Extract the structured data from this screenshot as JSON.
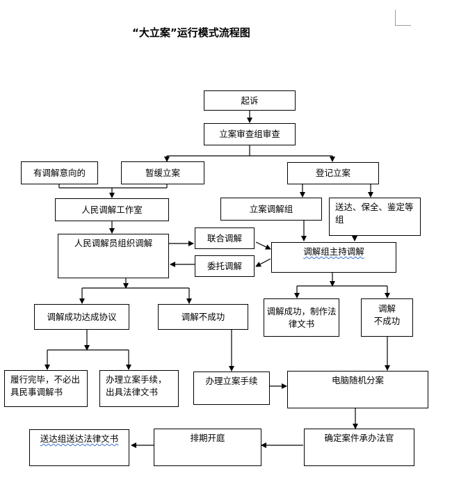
{
  "title": "“大立案”运行模式流程图",
  "nodes": {
    "qisu": "起诉",
    "shencha": "立案审查组审查",
    "youtiaojie": "有调解意向的",
    "zanhuan": "暂缓立案",
    "dengji": "登记立案",
    "gongzuoshi": "人民调解工作室",
    "lian_tiaojiezu": "立案调解组",
    "songda_baoquan": "送达、保全、鉴定等组",
    "renmin_zuzhi": "人民调解员组织调解",
    "lianhe": "联合调解",
    "weituo": "委托调解",
    "zhuchi": "调解组主持调解",
    "chenggong_xieyi": "调解成功达成协议",
    "bu_chenggong": "调解不成功",
    "chenggong_wenshu": "调解成功，制作法律文书",
    "tiaojie_top": "调解",
    "bu_chenggong2": "不成功",
    "lvxing": "履行完毕，不必出具民事调解书",
    "banli_chuju": "办理立案手续，出具法律文书",
    "banli": "办理立案手续",
    "diannao": "电脑随机分案",
    "songdazu": "送达组送达法律文书",
    "paiqi": "排期开庭",
    "queding": "确定案件承办法官"
  }
}
